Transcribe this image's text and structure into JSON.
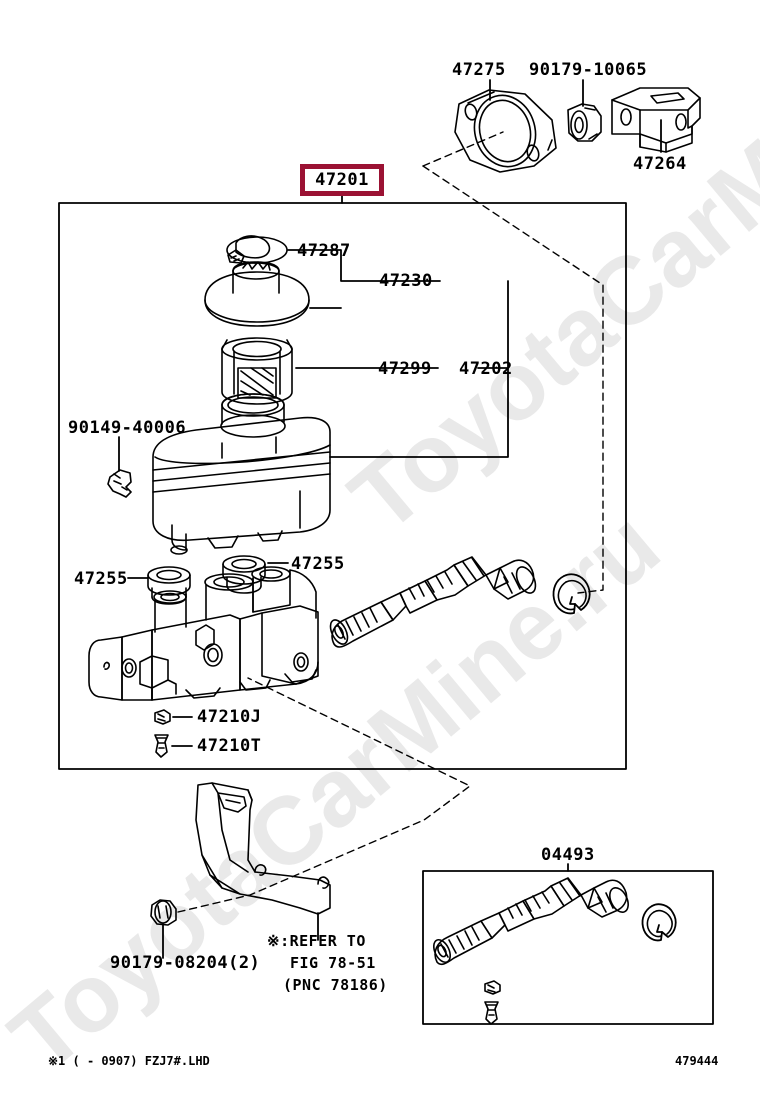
{
  "diagram": {
    "figure_number": "479444",
    "footnote": "※1 (    - 0907) FZJ7#.LHD",
    "watermark": "ToyotaCarMine.ru",
    "highlighted_part": "47201"
  },
  "top_parts": [
    {
      "label": "47275",
      "name": "gasket-master-cylinder-flange"
    },
    {
      "label": "90179-10065",
      "name": "nut"
    },
    {
      "label": "47264",
      "name": "bracket"
    }
  ],
  "main_box": {
    "part_number": "47201",
    "labels": [
      {
        "label": "47287",
        "name": "reservoir-cap-seal"
      },
      {
        "label": "47230",
        "name": "reservoir-cap-assembly"
      },
      {
        "label": "47299",
        "name": "reservoir-strainer"
      },
      {
        "label": "47202",
        "name": "reservoir-sub-assembly"
      },
      {
        "label": "90149-40006",
        "name": "screw"
      },
      {
        "label": "47255",
        "name": "grommet-left"
      },
      {
        "label": "47255",
        "name": "grommet-right"
      },
      {
        "label": "47210J",
        "name": "plug"
      },
      {
        "label": "47210T",
        "name": "bleeder-screw"
      }
    ]
  },
  "bottom_parts": [
    {
      "label": "90179-08204(2)",
      "name": "nut-bracket"
    }
  ],
  "refer_note": {
    "line1": "※:REFER TO",
    "line2": "FIG 78-51",
    "line3": "(PNC 78186)"
  },
  "inset_box": {
    "part_number": "04493",
    "name": "master-cylinder-repair-kit"
  },
  "colors": {
    "highlight": "#9b1233",
    "line": "#000000",
    "watermark": "#e9e9e9",
    "background": "#ffffff"
  }
}
